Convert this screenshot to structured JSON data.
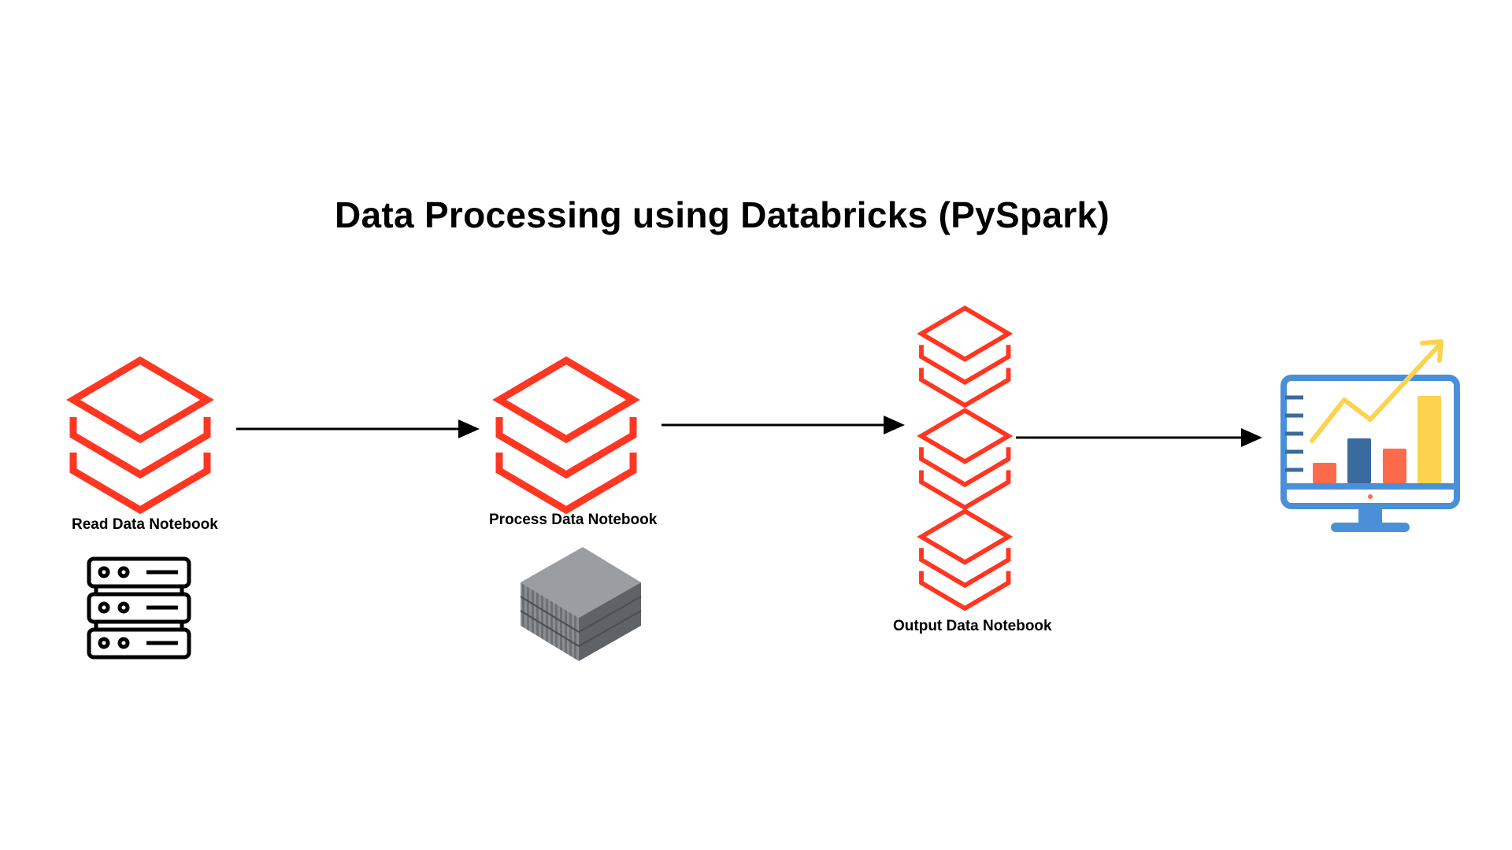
{
  "diagram": {
    "title": "Data Processing using Databricks (PySpark)",
    "nodes": [
      {
        "id": "read",
        "label": "Read Data Notebook",
        "icon": "databricks-icon",
        "secondary_icon": "server-rack-icon"
      },
      {
        "id": "process",
        "label": "Process Data Notebook",
        "icon": "databricks-icon",
        "secondary_icon": "server-stack-icon"
      },
      {
        "id": "output",
        "label": "Output Data Notebook",
        "icon": "databricks-icon"
      },
      {
        "id": "dashboard",
        "label": "",
        "icon": "dashboard-monitor-icon"
      }
    ],
    "edges": [
      {
        "from": "read",
        "to": "process"
      },
      {
        "from": "process",
        "to": "output"
      },
      {
        "from": "output",
        "to": "dashboard"
      }
    ]
  },
  "colors": {
    "databricks": "#FF3621",
    "arrow": "#000000",
    "monitor": "#4A90D9",
    "bar_red": "#FF6B4A",
    "bar_blue": "#3B6A9E",
    "bar_yellow": "#FCD34D",
    "server_gray": "#8A8D91"
  }
}
